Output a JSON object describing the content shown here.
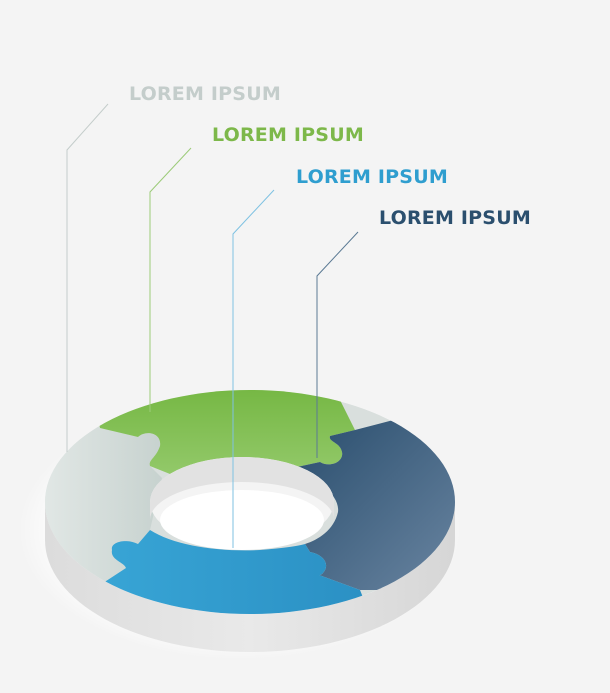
{
  "labels": [
    {
      "text": "LOREM IPSUM",
      "color": "#c4cdcb"
    },
    {
      "text": "LOREM IPSUM",
      "color": "#7db84a"
    },
    {
      "text": "LOREM IPSUM",
      "color": "#2f9ecf"
    },
    {
      "text": "LOREM IPSUM",
      "color": "#2b4f6e"
    }
  ],
  "segments": [
    {
      "name": "light-gray",
      "color": "#d3dcda"
    },
    {
      "name": "green",
      "color": "#7cbc4a"
    },
    {
      "name": "dark-blue",
      "color": "#2e5677"
    },
    {
      "name": "blue",
      "color": "#2ea0d4"
    }
  ]
}
